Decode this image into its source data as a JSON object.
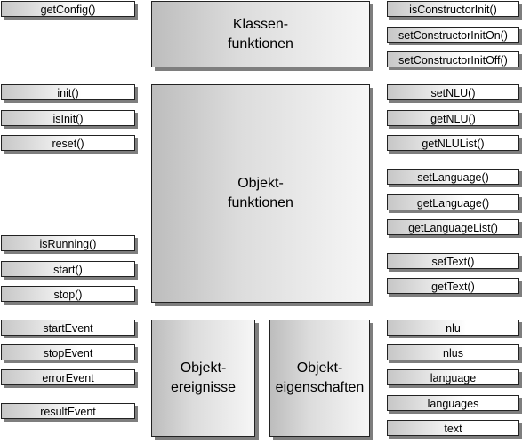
{
  "left": {
    "top": [
      "getConfig()"
    ],
    "object_functions": [
      "init()",
      "isInit()",
      "reset()"
    ],
    "run_functions": [
      "isRunning()",
      "start()",
      "stop()"
    ],
    "events": [
      "startEvent",
      "stopEvent",
      "errorEvent"
    ],
    "result": [
      "resultEvent"
    ]
  },
  "boxes": {
    "class_functions": "Klassen-\nfunktionen",
    "object_functions": "Objekt-\nfunktionen",
    "object_events": "Objekt-\nereignisse",
    "object_properties": "Objekt-\neigenschaften"
  },
  "right": {
    "class_functions": [
      "isConstructorInit()",
      "setConstructorInitOn()",
      "setConstructorInitOff()"
    ],
    "nlu": [
      "setNLU()",
      "getNLU()",
      "getNLUList()"
    ],
    "language": [
      "setLanguage()",
      "getLanguage()",
      "getLanguageList()"
    ],
    "text": [
      "setText()",
      "getText()"
    ],
    "properties": [
      "nlu",
      "nlus",
      "language",
      "languages",
      "text"
    ]
  }
}
